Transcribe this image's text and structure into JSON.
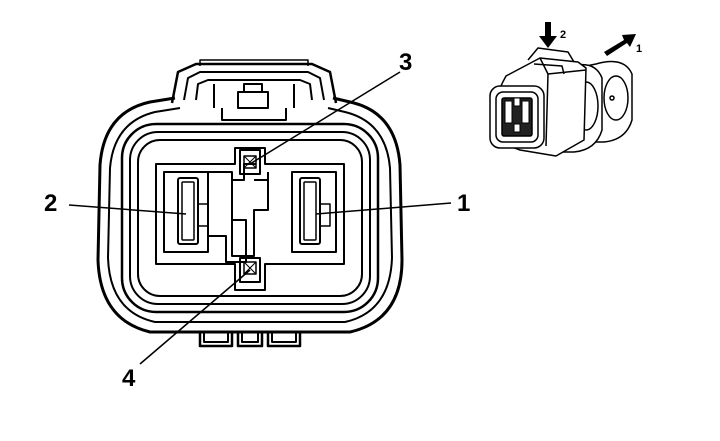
{
  "callouts": {
    "pin1": "1",
    "pin2": "2",
    "pin3": "3",
    "pin4": "4"
  },
  "inset": {
    "arrow_down_label": "2",
    "arrow_pull_label": "1"
  },
  "colors": {
    "line": "#000000",
    "background": "#ffffff",
    "fill_light": "#ffffff"
  }
}
